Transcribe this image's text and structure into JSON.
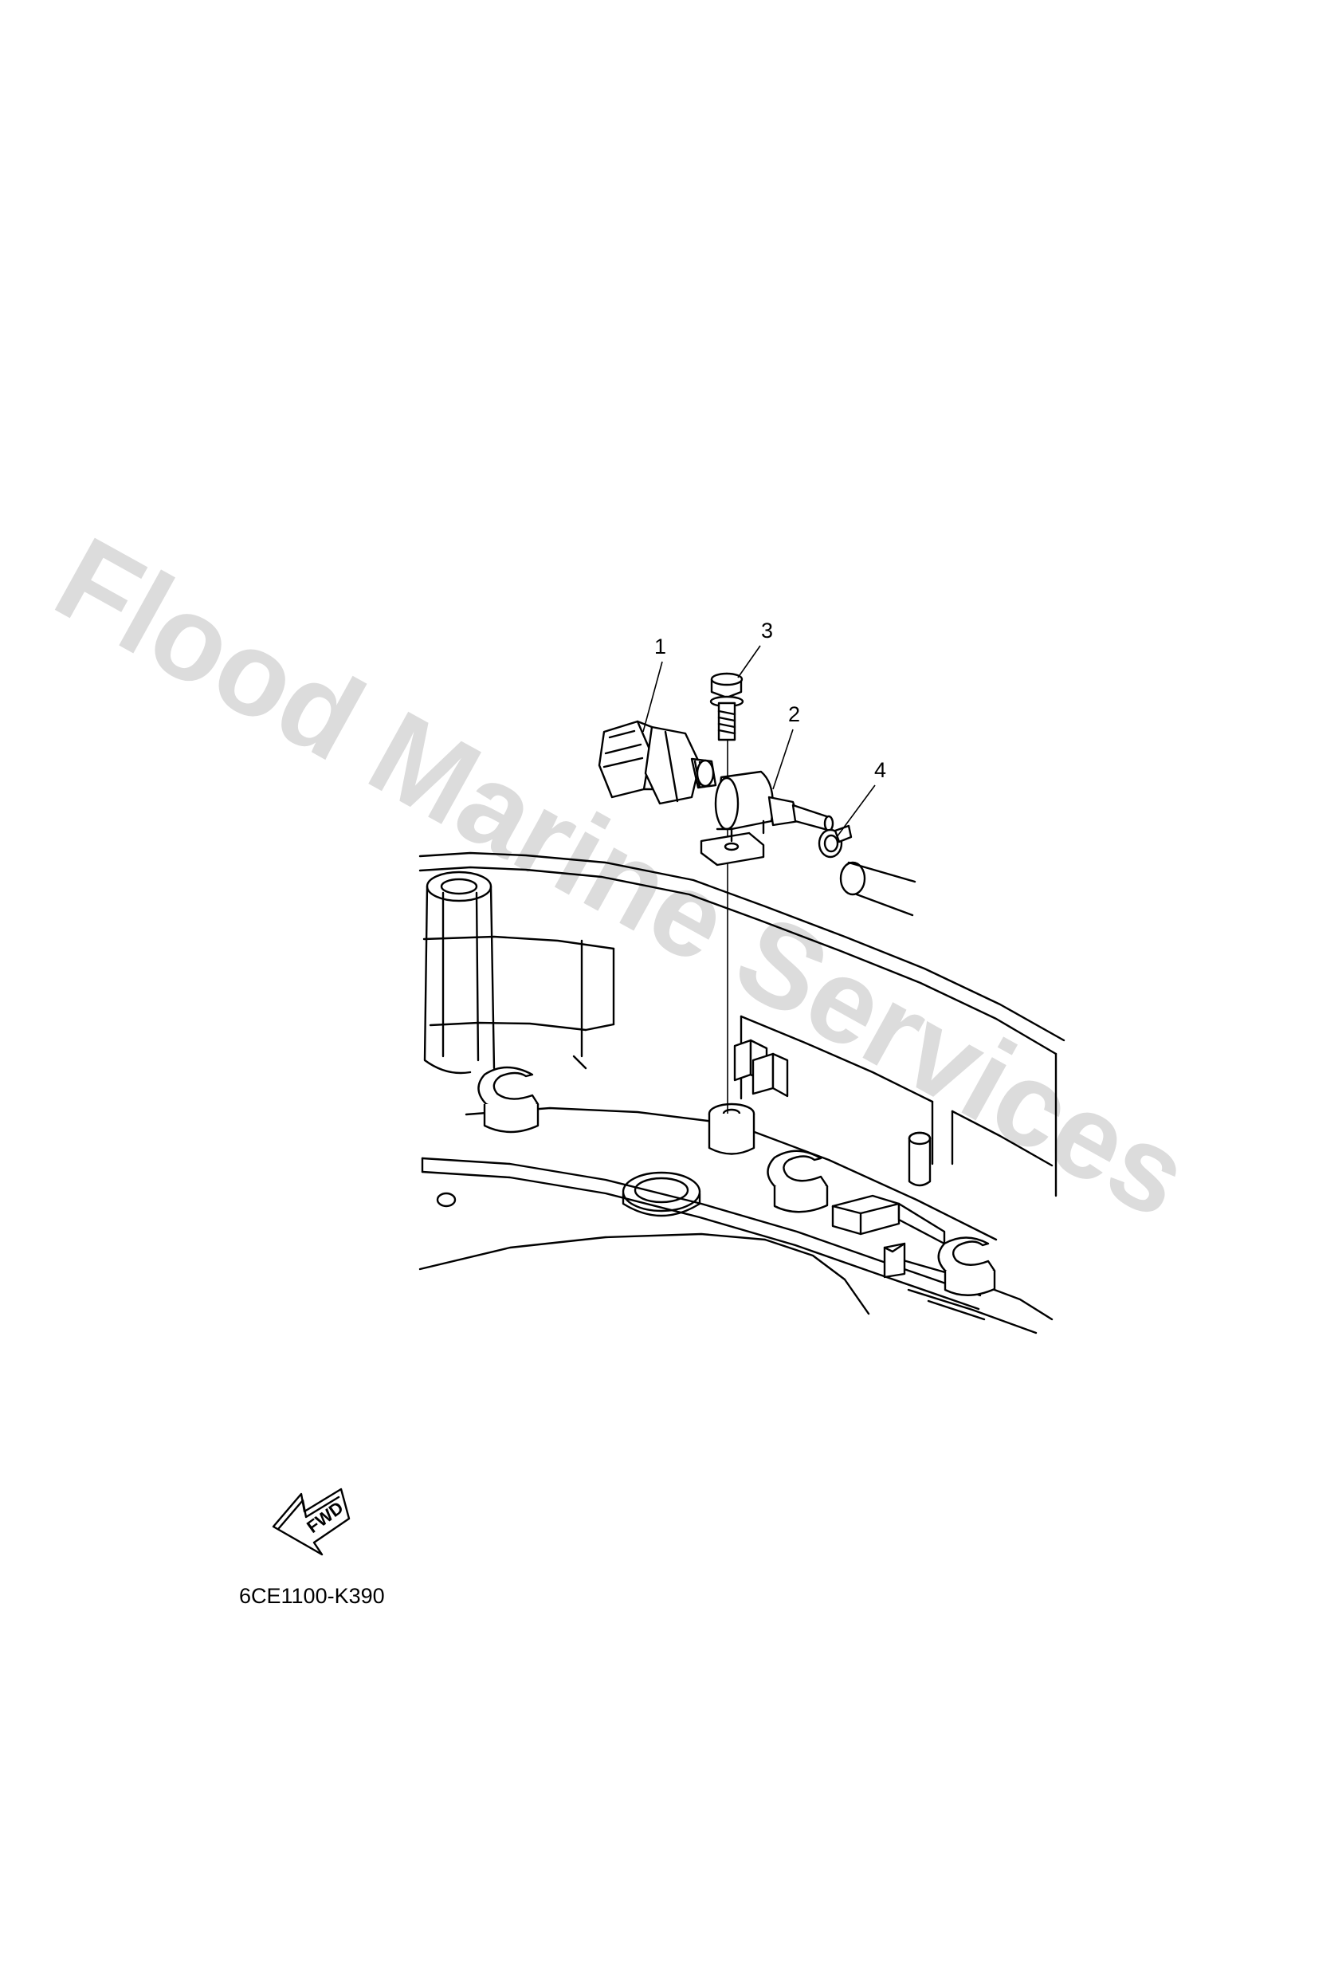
{
  "watermark": {
    "text": "Flood Marine Services"
  },
  "callouts": [
    {
      "label": "1"
    },
    {
      "label": "2"
    },
    {
      "label": "3"
    },
    {
      "label": "4"
    }
  ],
  "fwd_arrow": {
    "text": "FWD"
  },
  "part_code": "6CE1100-K390",
  "colors": {
    "line": "#000000",
    "watermark": "#dcdcdc",
    "background": "#ffffff"
  }
}
